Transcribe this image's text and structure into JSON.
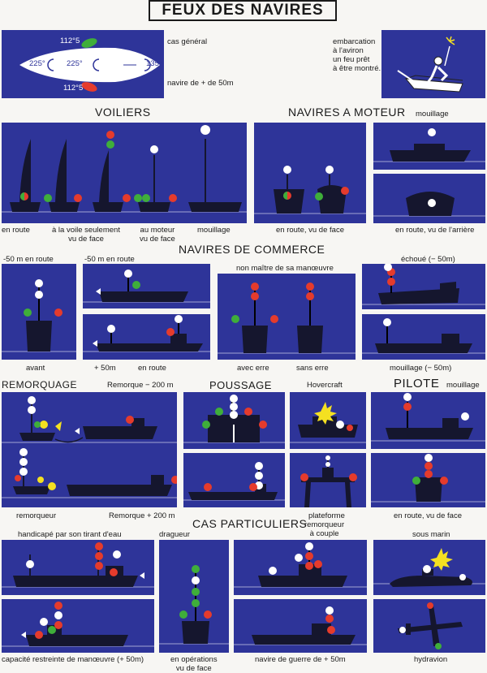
{
  "title": "FEUX DES NAVIRES",
  "intro": {
    "cas_general": "cas général",
    "navire_50": "navire de + de 50m",
    "angle_top": "112°5",
    "angle_bottom": "112°5",
    "angle_left": "225°",
    "angle_mid": "225°",
    "angle_right": "135°",
    "embarcation": [
      "embarcation",
      "à l'aviron",
      "un feu prêt",
      "à être montré."
    ]
  },
  "sections": {
    "voiliers": "VOILIERS",
    "moteur": "NAVIRES A MOTEUR",
    "commerce": "NAVIRES DE COMMERCE",
    "remorquage": "REMORQUAGE",
    "poussage": "POUSSAGE",
    "pilote": "PILOTE",
    "particuliers": "CAS PARTICULIERS"
  },
  "captions": {
    "en_route": "en route",
    "voile_face": [
      "à la voile seulement",
      "vu de face"
    ],
    "au_moteur": [
      "au moteur",
      "vu de face"
    ],
    "mouillage": "mouillage",
    "moteur_mouillage": "mouillage",
    "moteur_face": "en route, vu de face",
    "moteur_arriere": "en route, vu de l'arrière",
    "c50_en_route_1": "-50 m en route",
    "c50_en_route_2": "-50 m en route",
    "non_maitre": "non maître de sa manœuvre",
    "echoue": "échoué (− 50m)",
    "avant": "avant",
    "plus50": "+ 50m",
    "en_route_c": "en route",
    "avec_erre": "avec erre",
    "sans_erre": "sans erre",
    "mouillage_50": "mouillage (− 50m)",
    "remorque_200m": "Remorque − 200 m",
    "hovercraft": "Hovercraft",
    "pilote_mouillage": "mouillage",
    "remorqueur": "remorqueur",
    "remorque_plus": "Remorque + 200 m",
    "plateforme": "plateforme",
    "remorqueur_couple": [
      "remorqueur",
      "à couple"
    ],
    "pilote_face": "en route, vu de face",
    "handicape": "handicapé par son tirant d'eau",
    "dragueur": "dragueur",
    "sous_marin": "sous marin",
    "capacite": "capacité restreinte de manœuvre (+ 50m)",
    "operations": [
      "en opérations",
      "vu de face"
    ],
    "guerre": "navire de guerre de + 50m",
    "hydravion": "hydravion"
  },
  "colors": {
    "panel": "#2e3499",
    "red": "#e53b2c",
    "green": "#3fae3a",
    "white": "#ffffff",
    "yellow": "#f4e021",
    "hull": "#15162e"
  }
}
